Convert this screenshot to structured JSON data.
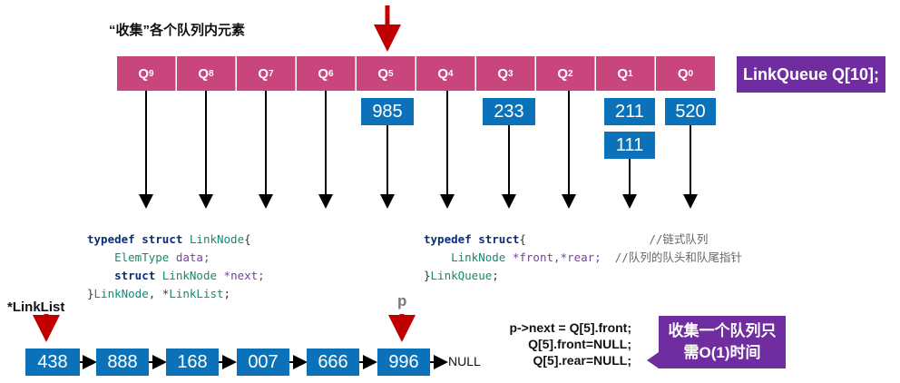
{
  "title": "“收集”各个队列内元素",
  "queue": {
    "cells": [
      {
        "label": "Q",
        "sub": "9"
      },
      {
        "label": "Q",
        "sub": "8"
      },
      {
        "label": "Q",
        "sub": "7"
      },
      {
        "label": "Q",
        "sub": "6"
      },
      {
        "label": "Q",
        "sub": "5"
      },
      {
        "label": "Q",
        "sub": "4"
      },
      {
        "label": "Q",
        "sub": "3"
      },
      {
        "label": "Q",
        "sub": "2"
      },
      {
        "label": "Q",
        "sub": "1"
      },
      {
        "label": "Q",
        "sub": "0"
      }
    ],
    "array_label": "LinkQueue Q[10];",
    "values": {
      "q5": "985",
      "q3": "233",
      "q1a": "211",
      "q1b": "111",
      "q0": "520"
    }
  },
  "code_linknode": {
    "l1_kw": "typedef",
    "l1_kw2": "struct",
    "l1_ty": "LinkNode",
    "l1_end": "{",
    "l2_ty": "ElemType",
    "l2_va": "data;",
    "l3_kw": "struct",
    "l3_ty": "LinkNode",
    "l3_va": "*next;",
    "l4_a": "}",
    "l4_ty": "LinkNode",
    "l4_b": ", *",
    "l4_ty2": "LinkList",
    "l4_c": ";"
  },
  "code_linkqueue": {
    "l1_kw": "typedef",
    "l1_kw2": "struct",
    "l1_end": "{",
    "l1_cm": "//链式队列",
    "l2_ty": "LinkNode",
    "l2_va": "*front,*rear;",
    "l2_cm": "//队列的队头和队尾指针",
    "l3_a": "}",
    "l3_ty": "LinkQueue",
    "l3_b": ";"
  },
  "list": {
    "head_label": "*LinkList",
    "p_label": "p",
    "nodes": [
      "438",
      "888",
      "168",
      "007",
      "666",
      "996"
    ],
    "null_label": "NULL"
  },
  "statements": [
    "p->next = Q[5].front;",
    "Q[5].front=NULL;",
    "Q[5].rear=NULL;"
  ],
  "note": {
    "line1": "收集一个队列只",
    "line2": "需O(1)时间"
  },
  "colors": {
    "queue": "#c8457e",
    "value_box": "#0b72b9",
    "tag": "#6f2d9f",
    "red_arrow": "#c00000"
  }
}
